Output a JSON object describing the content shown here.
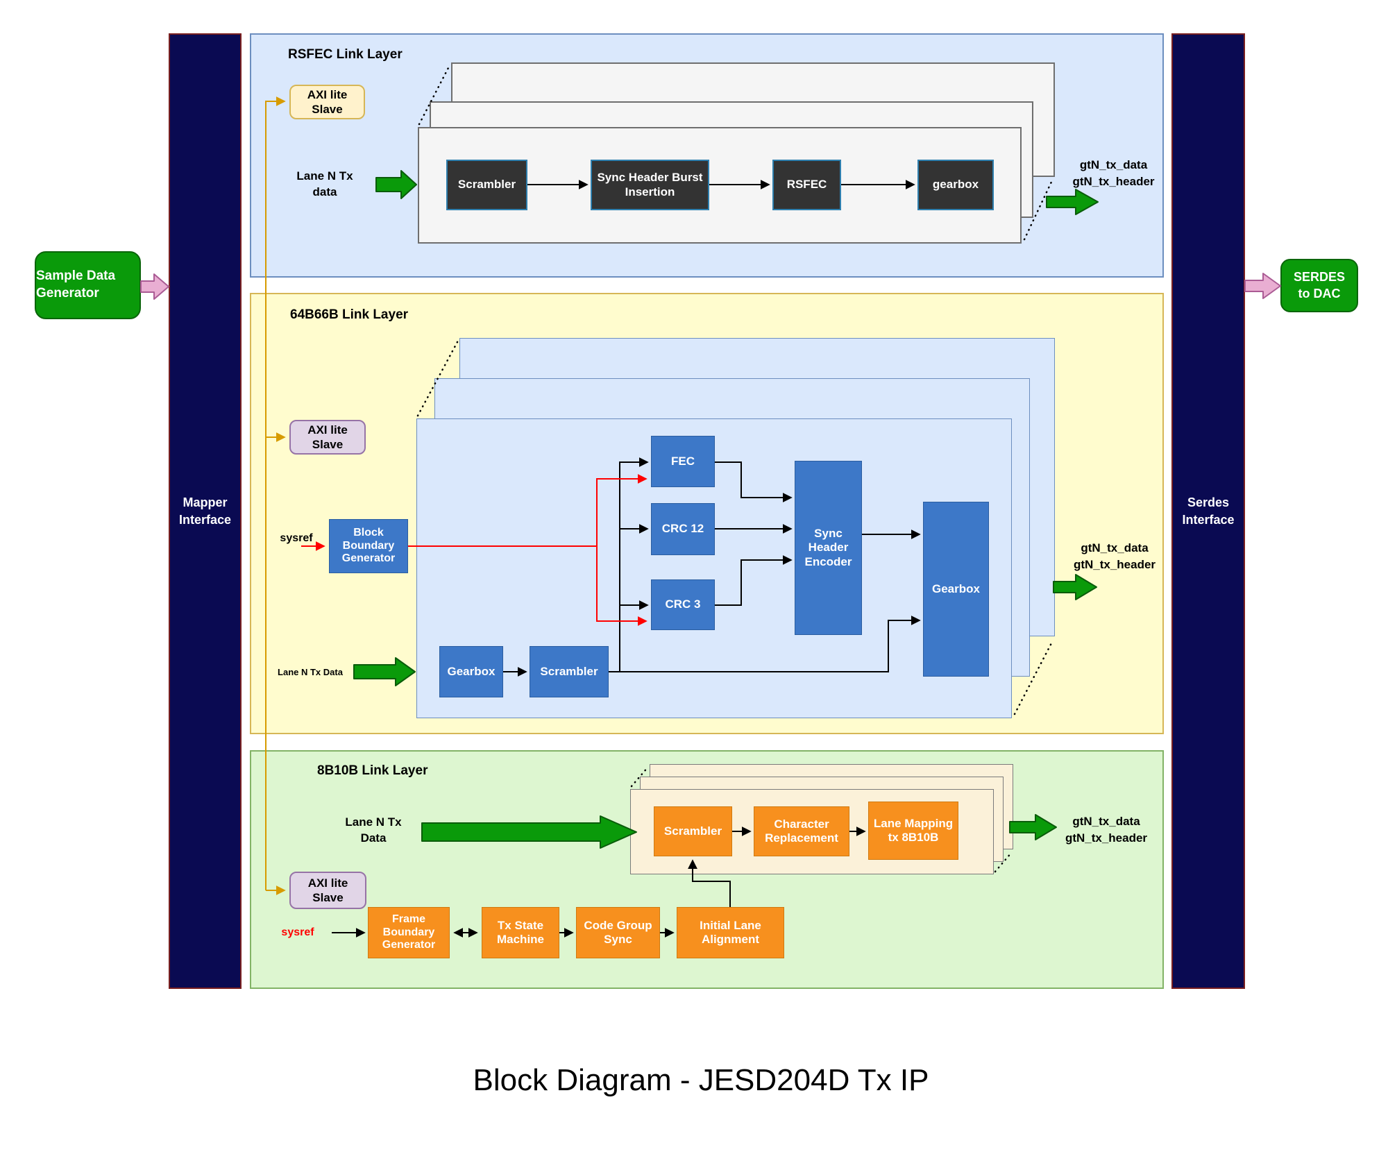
{
  "title": "Block Diagram - JESD204D Tx IP",
  "io": {
    "sample_generator": "Sample Data Generator",
    "serdes_dac_line1": "SERDES",
    "serdes_dac_line2": "to DAC",
    "mapper_line1": "Mapper",
    "mapper_line2": "Interface",
    "serdes_line1": "Serdes",
    "serdes_line2": "Interface"
  },
  "rsfec": {
    "title": "RSFEC Link Layer",
    "axi_line1": "AXI lite",
    "axi_line2": "Slave",
    "lane_line1": "Lane N Tx",
    "lane_line2": "data",
    "scrambler": "Scrambler",
    "sync_header": "Sync Header Burst Insertion",
    "rsfec": "RSFEC",
    "gearbox": "gearbox",
    "out_data": "gtN_tx_data",
    "out_header": "gtN_tx_header"
  },
  "b66": {
    "title": "64B66B Link Layer",
    "axi_line1": "AXI lite",
    "axi_line2": "Slave",
    "sysref": "sysref",
    "block_boundary_generator": "Block Boundary Generator",
    "fec": "FEC",
    "crc12": "CRC 12",
    "crc3": "CRC 3",
    "sync_header_encoder": "Sync Header Encoder",
    "gearbox_right": "Gearbox",
    "gearbox_bottom": "Gearbox",
    "scrambler": "Scrambler",
    "lane_label": "Lane N Tx Data",
    "out_data": "gtN_tx_data",
    "out_header": "gtN_tx_header"
  },
  "b8": {
    "title": "8B10B Link Layer",
    "axi_line1": "AXI lite",
    "axi_line2": "Slave",
    "sysref": "sysref",
    "lane_line1": "Lane N Tx",
    "lane_line2": "Data",
    "scrambler": "Scrambler",
    "character_replacement": "Character Replacement",
    "lane_mapping": "Lane Mapping tx 8B10B",
    "frame_boundary_generator": "Frame Boundary Generator",
    "tx_state_machine": "Tx State Machine",
    "code_group_sync": "Code Group Sync",
    "initial_lane_alignment": "Initial Lane Alignment",
    "out_data": "gtN_tx_data",
    "out_header": "gtN_tx_header"
  },
  "colors": {
    "navy": "#0a0a52",
    "section-blue": "#dae8fc",
    "section-yellow": "#fffcce",
    "section-green": "#ddf6d0",
    "dark-box": "#333333",
    "blue-box": "#3d78c8",
    "orange-box": "#f7901e",
    "cream": "#fbf1d9",
    "axi-yellow": "#fff2cc",
    "axi-purple": "#e1d5e7",
    "green-shape": "#0a9a0a",
    "pink-shape": "#e9aed2",
    "gold-line": "#d79b00",
    "red-line": "#ff0000"
  }
}
